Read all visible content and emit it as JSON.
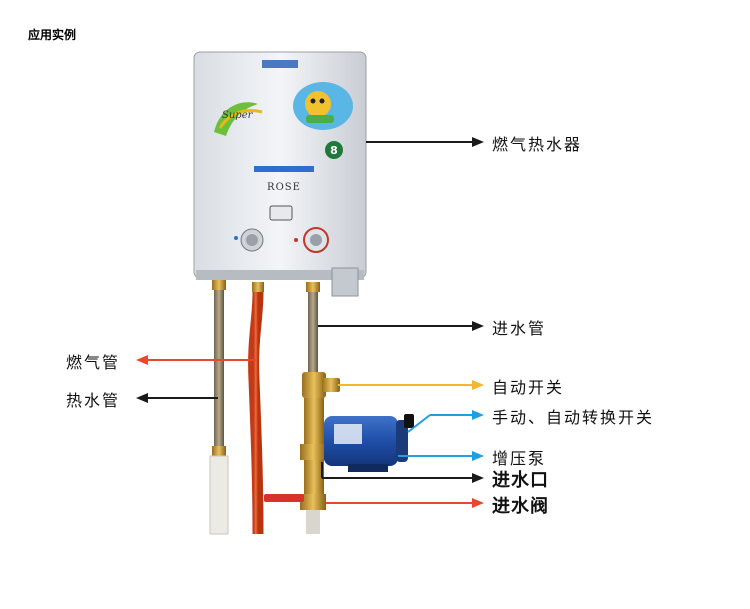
{
  "title": "应用实例",
  "heater": {
    "brand_text": "ROSE",
    "badge_number": "8",
    "logo_text": "Super"
  },
  "labels": {
    "heater": "燃气热水器",
    "inlet_pipe": "进水管",
    "gas_pipe": "燃气管",
    "hot_water_pipe": "热水管",
    "auto_switch": "自动开关",
    "manual_auto_switch": "手动、自动转换开关",
    "booster_pump": "增压泵",
    "water_inlet": "进水口",
    "inlet_valve": "进水阀"
  },
  "colors": {
    "black_arrow": "#1a1a1a",
    "red_arrow": "#e8492c",
    "yellow_arrow": "#f2b630",
    "blue_arrow": "#1e9fe0",
    "pump_blue": "#1f4fa8",
    "gas_hose": "#e8542a"
  }
}
